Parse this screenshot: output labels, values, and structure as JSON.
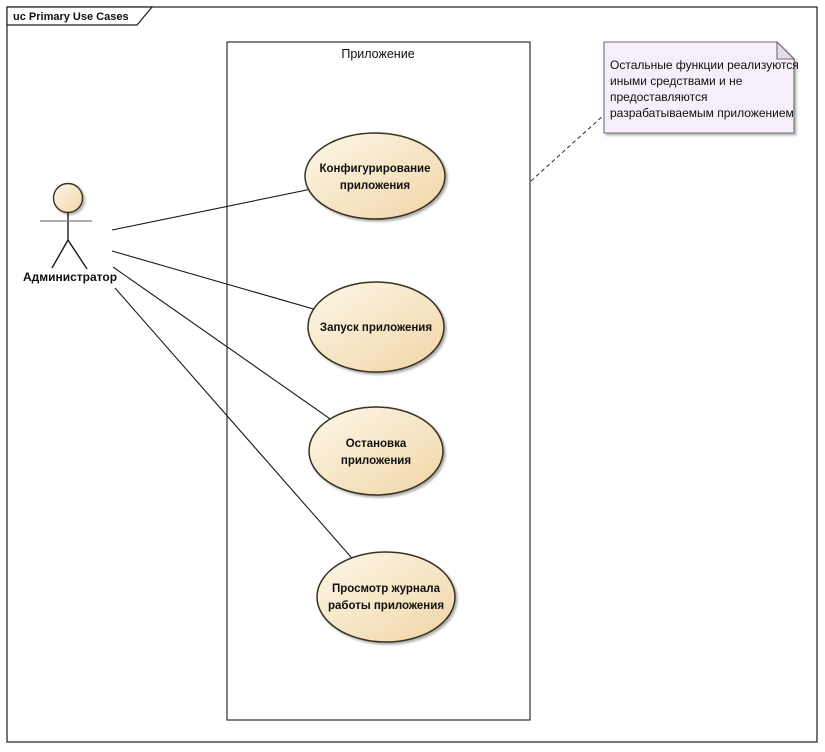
{
  "frame": {
    "title": "uc Primary Use Cases"
  },
  "system_boundary": {
    "label": "Приложение"
  },
  "actor": {
    "label": "Администратор"
  },
  "use_cases": [
    {
      "name": "configure-application",
      "lines": [
        "Конфигурирование",
        "приложения"
      ]
    },
    {
      "name": "start-application",
      "lines": [
        "Запуск приложения"
      ]
    },
    {
      "name": "stop-application",
      "lines": [
        "Остановка",
        "приложения"
      ]
    },
    {
      "name": "view-application-log",
      "lines": [
        "Просмотр журнала",
        "работы приложения"
      ]
    }
  ],
  "note": {
    "lines": [
      "Остальные функции реализуются",
      "иными средствами и не",
      "предоставляются",
      "разрабатываемым приложением"
    ]
  },
  "colors": {
    "ellipse_fill_light": "#fdf7e8",
    "ellipse_fill_dark": "#f0d5a6",
    "ellipse_stroke": "#3a3220",
    "note_fill": "#f6eef8",
    "note_stroke": "#6d6d7e",
    "line": "#1a1a1a"
  }
}
